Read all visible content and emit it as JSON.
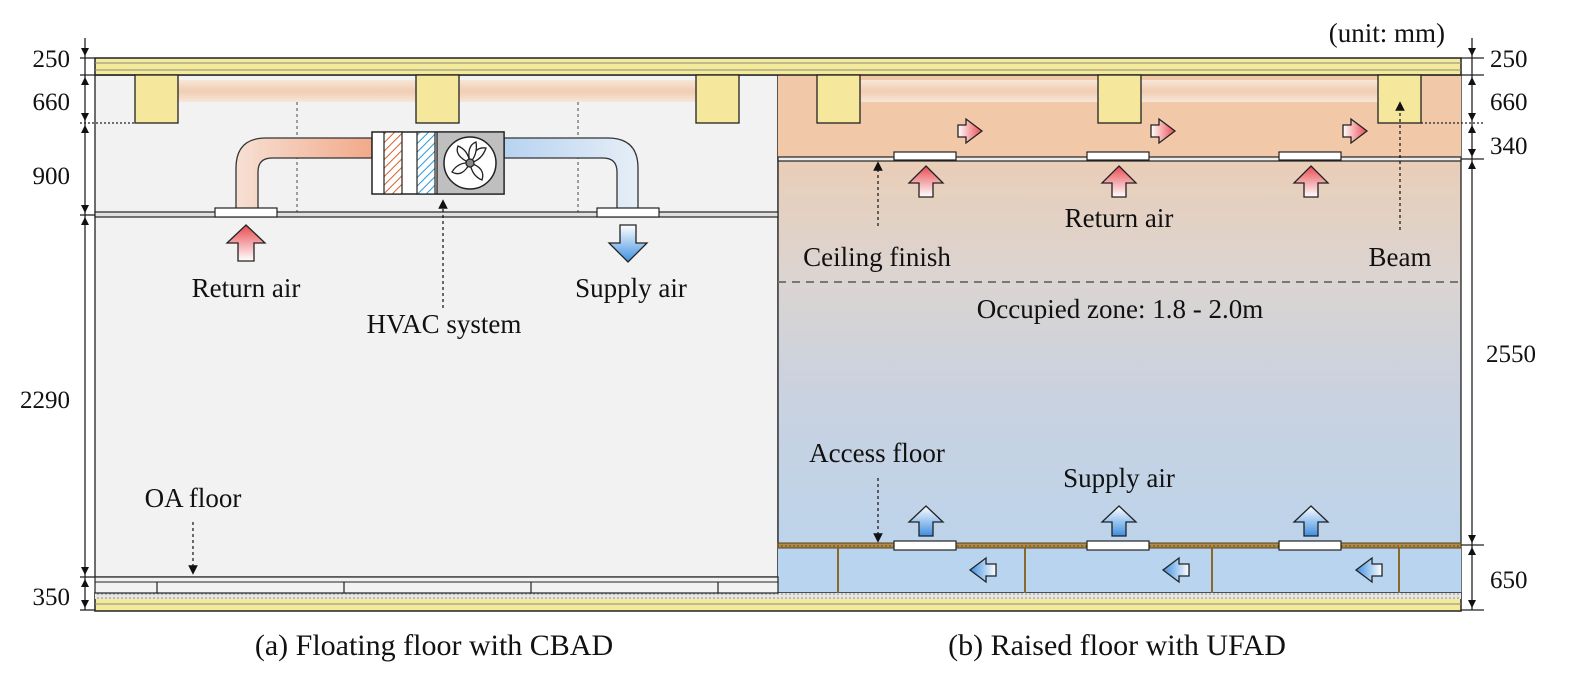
{
  "unit_note": "(unit: mm)",
  "panel_a": {
    "caption": "(a) Floating floor with CBAD",
    "return_air": "Return air",
    "supply_air": "Supply air",
    "hvac": "HVAC system",
    "oa_floor": "OA floor",
    "dims": [
      "250",
      "660",
      "900",
      "2290",
      "350"
    ]
  },
  "panel_b": {
    "caption": "(b) Raised floor with UFAD",
    "return_air": "Return air",
    "supply_air": "Supply air",
    "ceiling_finish": "Ceiling finish",
    "beam": "Beam",
    "occupied_zone": "Occupied zone: 1.8 - 2.0m",
    "access_floor": "Access floor",
    "dims": [
      "250",
      "660",
      "340",
      "2550",
      "650"
    ]
  },
  "colors": {
    "slab_fill": "#f3ea9a",
    "beam_fill": "#f5e79b",
    "return_air_red": "#e8484f",
    "supply_air_blue": "#3d8fe0",
    "panel_a_bg": "#f2f2f2",
    "plenum_peach": "#f1c8a8",
    "room_blue": "#b8d4ee",
    "access_floor_brown": "#8a6a2a"
  }
}
